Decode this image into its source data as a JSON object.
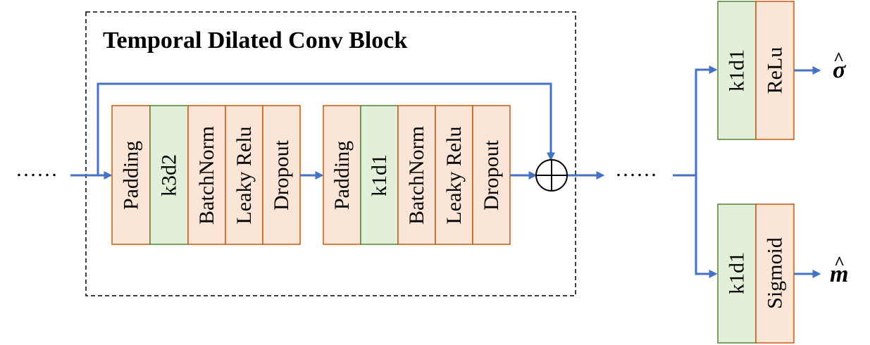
{
  "title": "Temporal Dilated Conv Block",
  "ellipsis": "……",
  "colors": {
    "orange_fill": "#FBE5D6",
    "orange_stroke": "#C55A11",
    "green_fill": "#E2F0D9",
    "green_stroke": "#548235",
    "arrow": "#4472C4"
  },
  "block1": {
    "layers": [
      "Padding",
      "k3d2",
      "BatchNorm",
      "Leaky Relu",
      "Dropout"
    ]
  },
  "block2": {
    "layers": [
      "Padding",
      "k1d1",
      "BatchNorm",
      "Leaky Relu",
      "Dropout"
    ]
  },
  "sum_icon": "circled-plus-icon",
  "head_sigma": {
    "layers": [
      "k1d1",
      "ReLu"
    ],
    "output": "σ",
    "hat": "^"
  },
  "head_m": {
    "layers": [
      "k1d1",
      "Sigmoid"
    ],
    "output": "m",
    "hat": "^"
  }
}
